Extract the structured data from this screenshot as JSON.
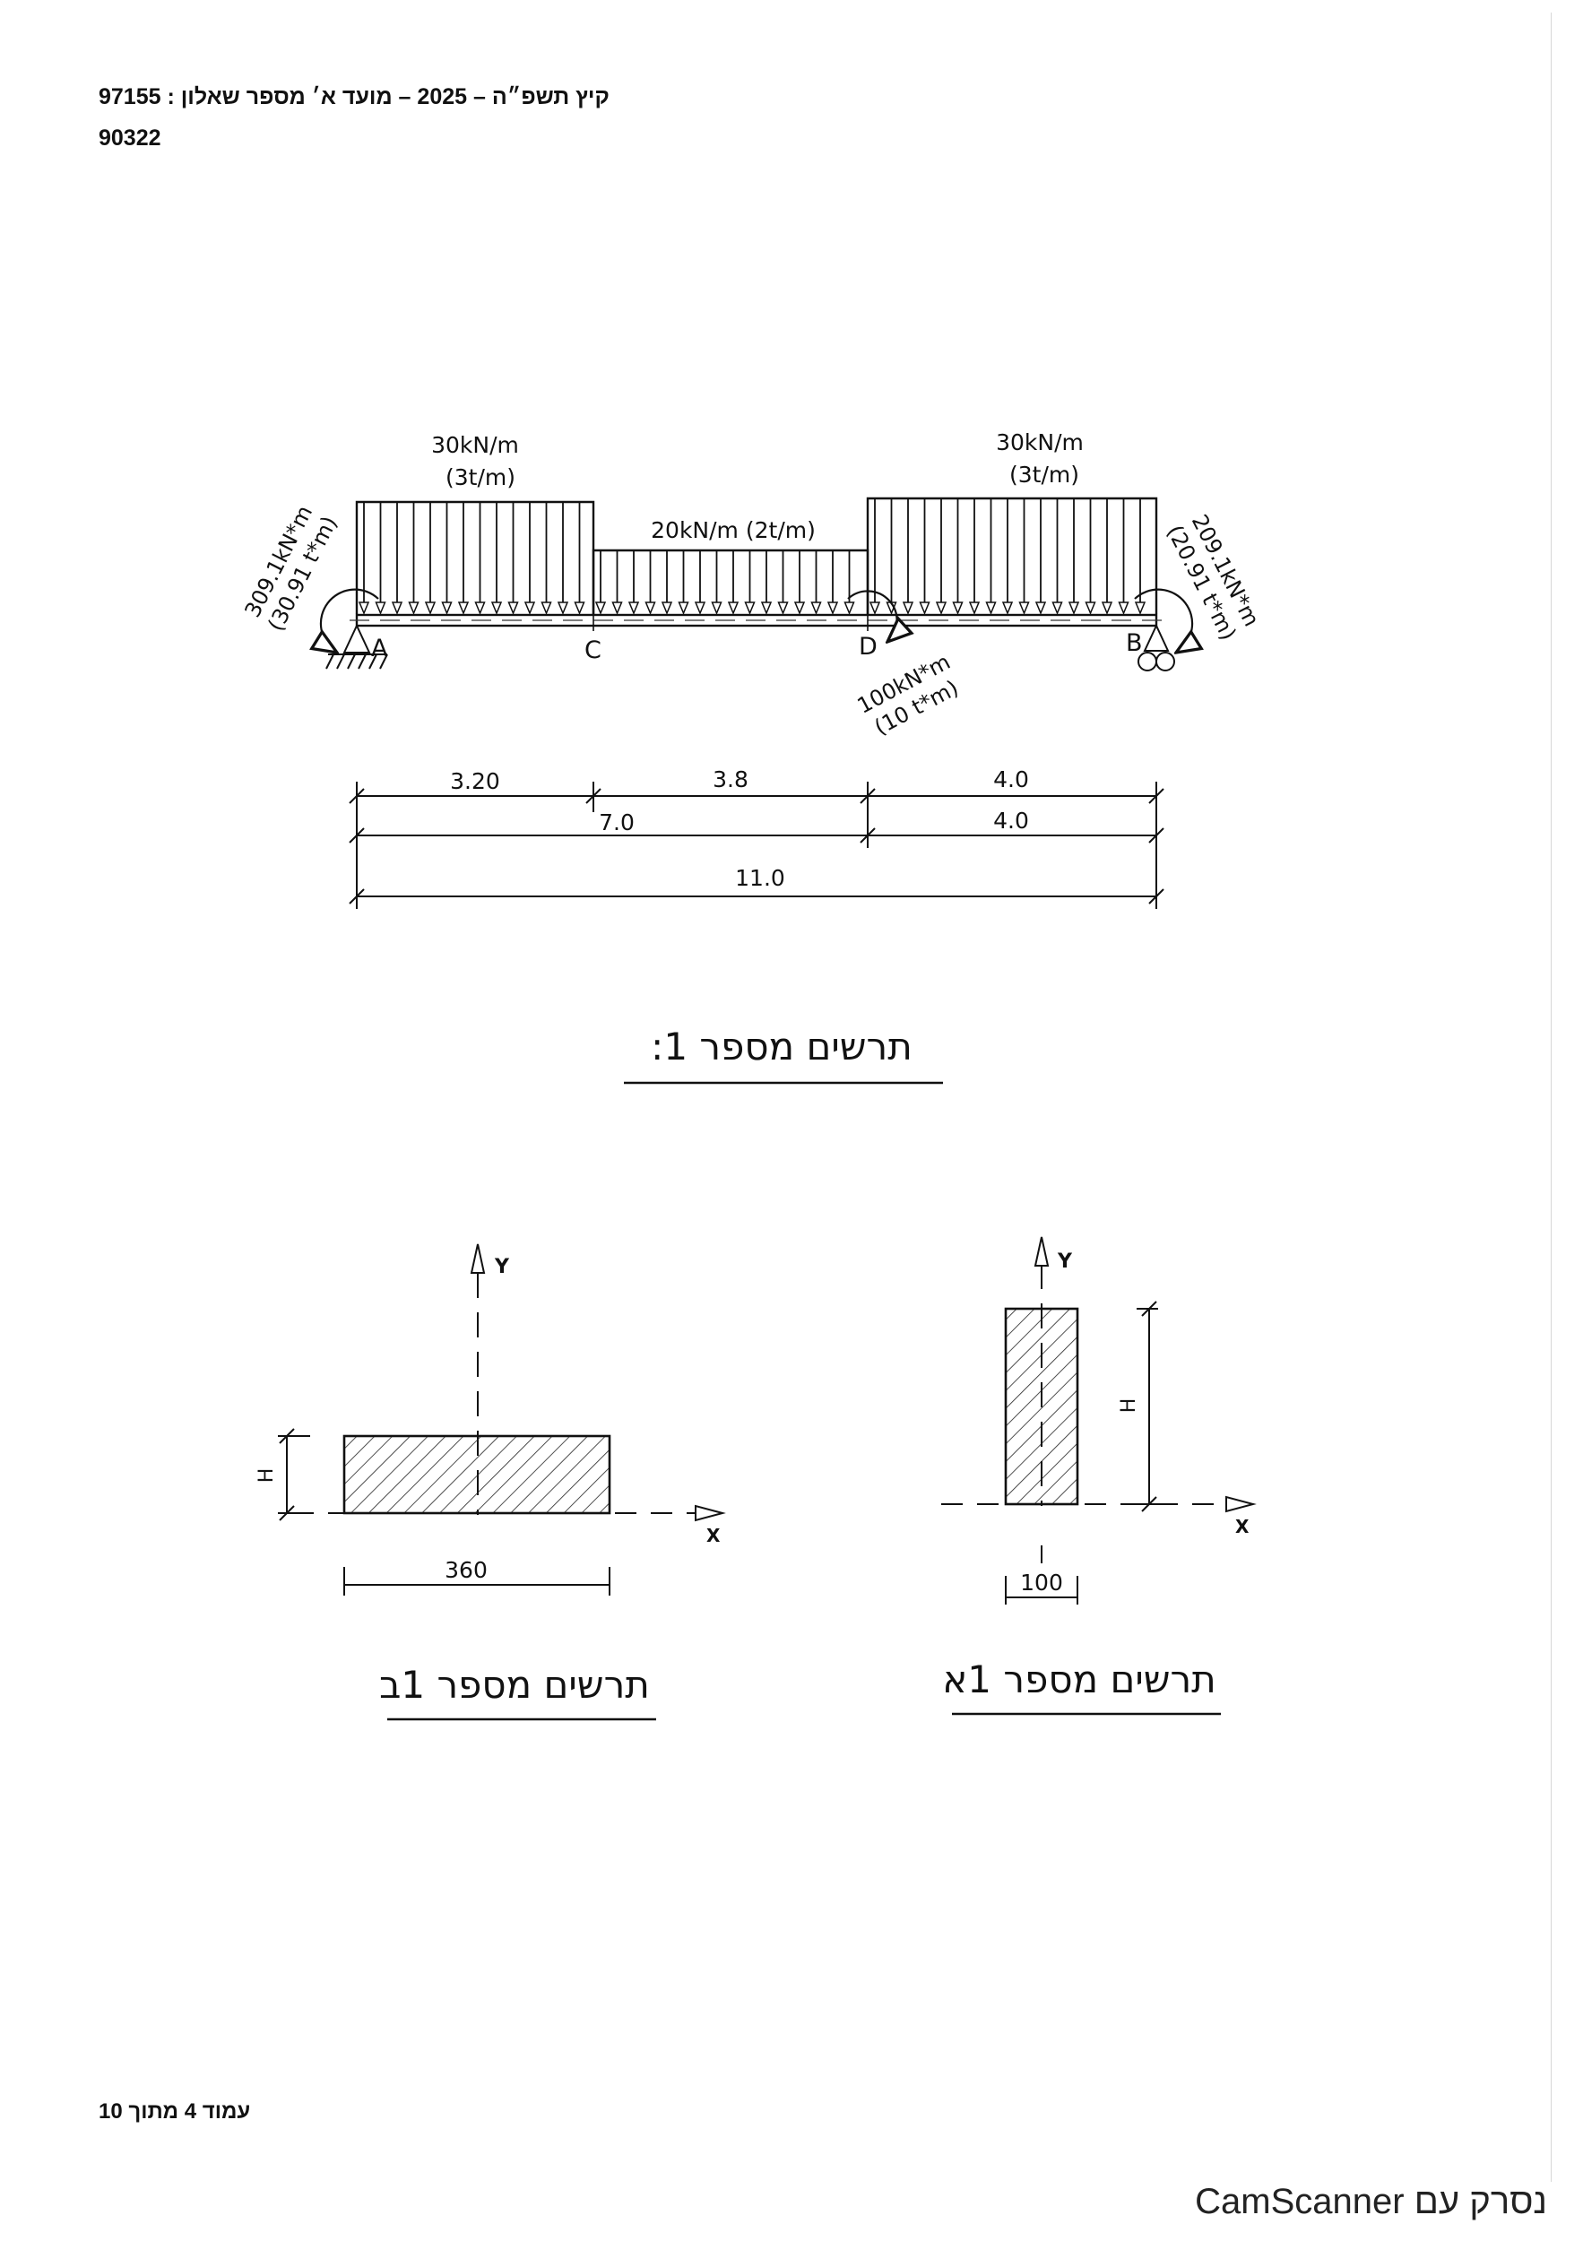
{
  "header": {
    "line1": "קיץ תשפ״ה – 2025 – מועד א׳ מספר שאלון : 97155",
    "line2": "90322"
  },
  "beam": {
    "load_left": "30kN/m",
    "load_left_t": "(3t/m)",
    "load_mid": "20kN/m  (2t/m)",
    "load_right": "30kN/m",
    "load_right_t": "(3t/m)",
    "moment_a": "309.1kN*m",
    "moment_a_t": "(30.91 t*m)",
    "moment_b": "209.1kN*m",
    "moment_b_t": "(20.91 t*m)",
    "moment_d": "100kN*m",
    "moment_d_t": "(10 t*m)",
    "point_a": "A",
    "point_c": "C",
    "point_d": "D",
    "point_b": "B",
    "dims": {
      "ac": "3.20",
      "cd": "3.8",
      "db": "4.0",
      "ad": "7.0",
      "db2": "4.0",
      "ab": "11.0"
    },
    "caption": "תרשים מספר 1:"
  },
  "section_b": {
    "axis_y": "Y",
    "axis_x": "X",
    "height": "H",
    "width": "360",
    "caption": "תרשים מספר 1ב"
  },
  "section_a": {
    "axis_y": "Y",
    "axis_x": "X",
    "height": "H",
    "width": "100",
    "caption": "תרשים מספר 1א"
  },
  "footer": "עמוד 4 מתוך 10",
  "scanner": "נסרק עם CamScanner"
}
